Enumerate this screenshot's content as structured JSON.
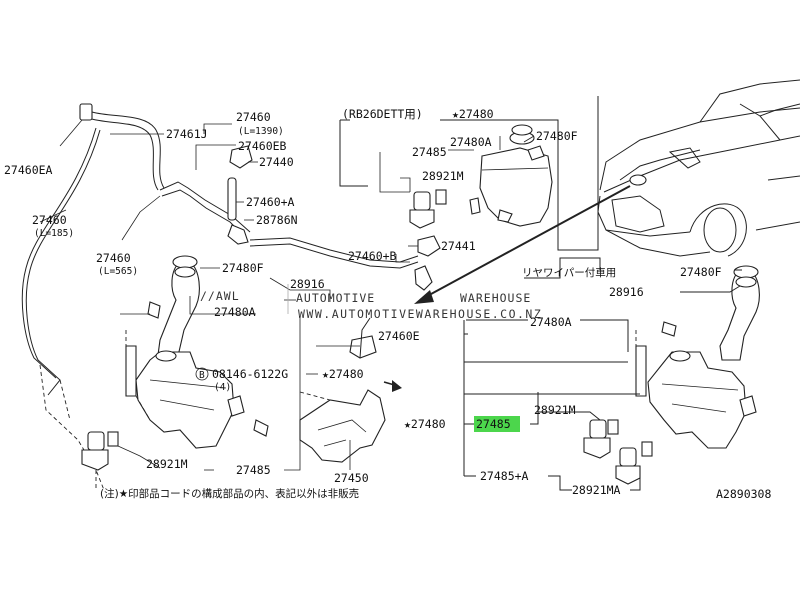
{
  "diagram": {
    "labels": {
      "p27460_top": "27460",
      "p27460_top_len": "(L=1390)",
      "p27461J": "27461J",
      "p27460EB": "27460EB",
      "p27440": "27440",
      "p27460EA": "27460EA",
      "p27460A": "27460+A",
      "p28786N": "28786N",
      "p27460_left": "27460",
      "p27460_left_len": "(L=185)",
      "p27460_mid": "27460",
      "p27460_mid_len": "(L=565)",
      "p27460B": "27460+B",
      "p27441": "27441",
      "p27480F_left": "27480F",
      "p28916_left": "28916",
      "p27480A_left": "27480A",
      "p27460E": "27460E",
      "bolt_circle": "B",
      "bolt_code": "08146-6122G",
      "bolt_qty": "(4)",
      "p27480_star_left": "★27480",
      "p27450": "27450",
      "p28921M_left": "28921M",
      "p27485_left": "27485",
      "rb26_header": "(RB26DETT用)",
      "rb26_27480": "★27480",
      "rb26_27480A": "27480A",
      "rb26_27480F": "27480F",
      "rb26_27485": "27485",
      "rb26_28921M": "28921M",
      "rear_wiper_note": "リヤワイパー付車用",
      "p27480F_right": "27480F",
      "p28916_right": "28916",
      "p27480A_right": "27480A",
      "p27480_star_right": "★27480",
      "p27485_highlight": "27485",
      "p28921M_right": "28921M",
      "p27485A_right": "27485+A",
      "p28921MA_right": "28921MA",
      "footnote": "(注)★印部品コードの構成部品の内、表記以外は非販売",
      "diagram_code": "A2890308"
    },
    "watermark": {
      "awl": "//AWL",
      "automotive": "AUTOMOTIVE",
      "warehouse": "WAREHOUSE",
      "url": "WWW.AUTOMOTIVEWAREHOUSE.CO.NZ"
    },
    "colors": {
      "line": "#222222",
      "highlight": "#4cd64c",
      "watermark_gray": "#9a9a9a",
      "watermark_red": "#e0604a"
    }
  }
}
